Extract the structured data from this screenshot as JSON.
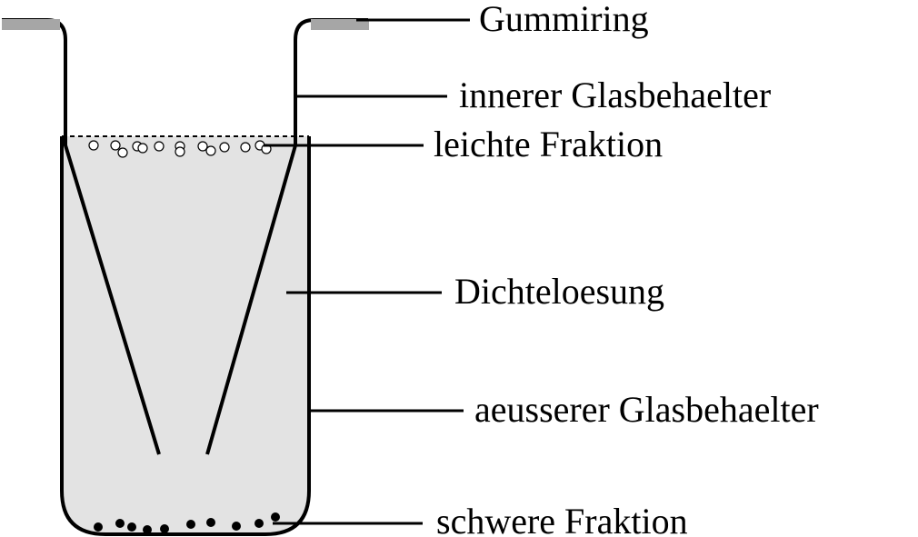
{
  "labels": {
    "gummiring": "Gummiring",
    "innerer_glasbehaelter": "innerer Glasbehaelter",
    "leichte_fraktion": "leichte Fraktion",
    "dichteloesung": "Dichteloesung",
    "aeusserer_glasbehaelter": "aeusserer Glasbehaelter",
    "schwere_fraktion": "schwere Fraktion"
  },
  "colors": {
    "liquid": "#e3e3e3",
    "glass": "#000000",
    "rubber_ring": "#a6a6a6",
    "light_particle": "#ffffff",
    "heavy_particle": "#000000"
  }
}
